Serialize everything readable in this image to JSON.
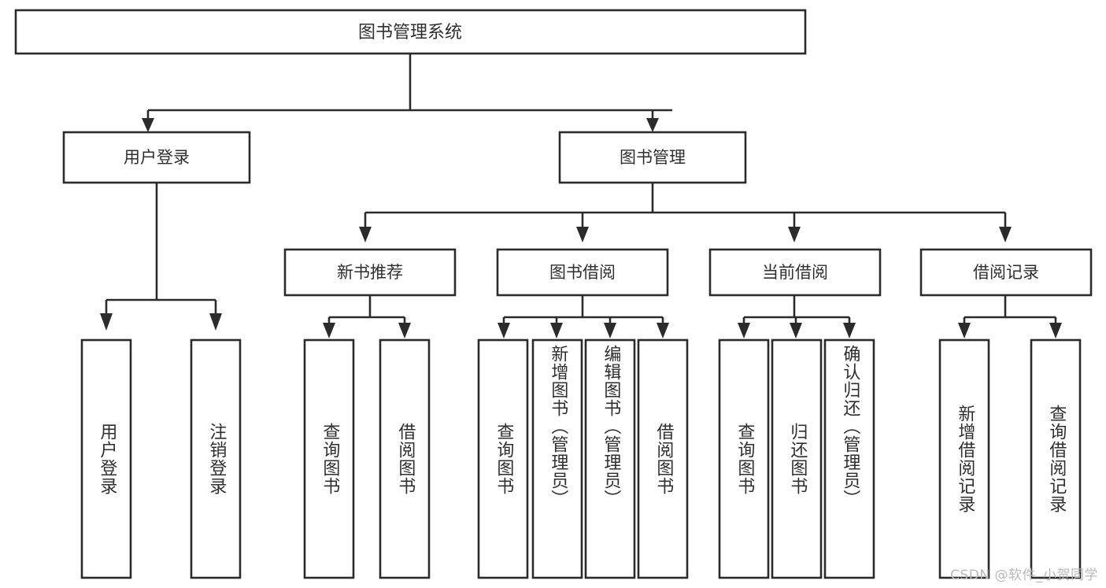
{
  "diagram": {
    "title": "图书管理系统",
    "type": "hierarchy-tree",
    "root": {
      "id": "root",
      "label": "图书管理系统"
    },
    "level1": [
      {
        "id": "user-login",
        "label": "用户登录"
      },
      {
        "id": "book-management",
        "label": "图书管理"
      }
    ],
    "level2": [
      {
        "id": "new-book-recommend",
        "label": "新书推荐",
        "parent": "book-management"
      },
      {
        "id": "book-borrow",
        "label": "图书借阅",
        "parent": "book-management"
      },
      {
        "id": "current-borrow",
        "label": "当前借阅",
        "parent": "book-management"
      },
      {
        "id": "borrow-record",
        "label": "借阅记录",
        "parent": "book-management"
      }
    ],
    "leaves": [
      {
        "id": "leaf-user-login",
        "label": "用户登录",
        "parent": "user-login"
      },
      {
        "id": "leaf-logout-login",
        "label": "注销登录",
        "parent": "user-login"
      },
      {
        "id": "leaf-query-book-1",
        "label": "查询图书",
        "parent": "new-book-recommend"
      },
      {
        "id": "leaf-borrow-book-1",
        "label": "借阅图书",
        "parent": "new-book-recommend"
      },
      {
        "id": "leaf-query-book-2",
        "label": "查询图书",
        "parent": "book-borrow"
      },
      {
        "id": "leaf-add-book",
        "label": "新增图书（管理员）",
        "parent": "book-borrow"
      },
      {
        "id": "leaf-edit-book",
        "label": "编辑图书（管理员）",
        "parent": "book-borrow"
      },
      {
        "id": "leaf-borrow-book-2",
        "label": "借阅图书",
        "parent": "book-borrow"
      },
      {
        "id": "leaf-query-book-3",
        "label": "查询图书",
        "parent": "current-borrow"
      },
      {
        "id": "leaf-return-book",
        "label": "归还图书",
        "parent": "current-borrow"
      },
      {
        "id": "leaf-confirm-return",
        "label": "确认归还（管理员）",
        "parent": "current-borrow"
      },
      {
        "id": "leaf-add-record",
        "label": "新增借阅记录",
        "parent": "borrow-record"
      },
      {
        "id": "leaf-query-record",
        "label": "查询借阅记录",
        "parent": "borrow-record"
      }
    ]
  },
  "watermark": {
    "text": "CSDN @软件_小贺同学"
  },
  "colors": {
    "stroke": "#2b2b2b",
    "text": "#2f2f2f",
    "background": "#ffffff",
    "watermark": "#b9b9b9"
  }
}
